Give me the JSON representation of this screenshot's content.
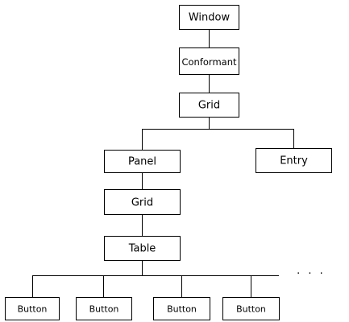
{
  "colors": {
    "background": "#ffffff",
    "stroke": "#000000",
    "text": "#000000"
  },
  "nodes": {
    "window": "Window",
    "conformant": "Conformant",
    "grid_top": "Grid",
    "panel": "Panel",
    "entry": "Entry",
    "grid_inner": "Grid",
    "table": "Table",
    "button_1": "Button",
    "button_2": "Button",
    "button_3": "Button",
    "button_4": "Button"
  },
  "more_indicator": "· · ·"
}
